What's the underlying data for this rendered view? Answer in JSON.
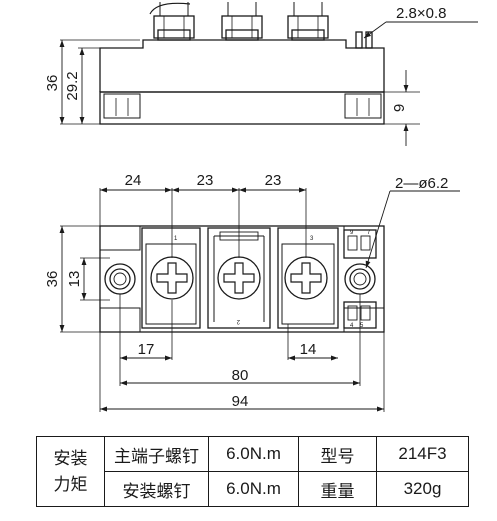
{
  "drawing": {
    "side_view": {
      "dim_height": "36",
      "dim_body_height": "29.2",
      "dim_base": "9",
      "dim_pin": "2.8×0.8"
    },
    "top_view": {
      "dim_span_24": "24",
      "dim_span_23a": "23",
      "dim_span_23b": "23",
      "dim_mount_holes": "2—ø6.2",
      "dim_width": "36",
      "dim_hole_offset": "13",
      "dim_17": "17",
      "dim_14": "14",
      "dim_80": "80",
      "dim_94": "94",
      "terminal_1": "1",
      "terminal_2": "2",
      "terminal_3": "3",
      "pin_9": "9",
      "pin_7": "7",
      "pin_4": "4",
      "pin_5": "5"
    }
  },
  "spec_table": {
    "group_label_line1": "安装",
    "group_label_line2": "力矩",
    "row1": {
      "item": "主端子螺钉",
      "torque": "6.0N.m",
      "key": "型号",
      "value": "214F3"
    },
    "row2": {
      "item": "安装螺钉",
      "torque": "6.0N.m",
      "key": "重量",
      "value": "320g"
    }
  }
}
